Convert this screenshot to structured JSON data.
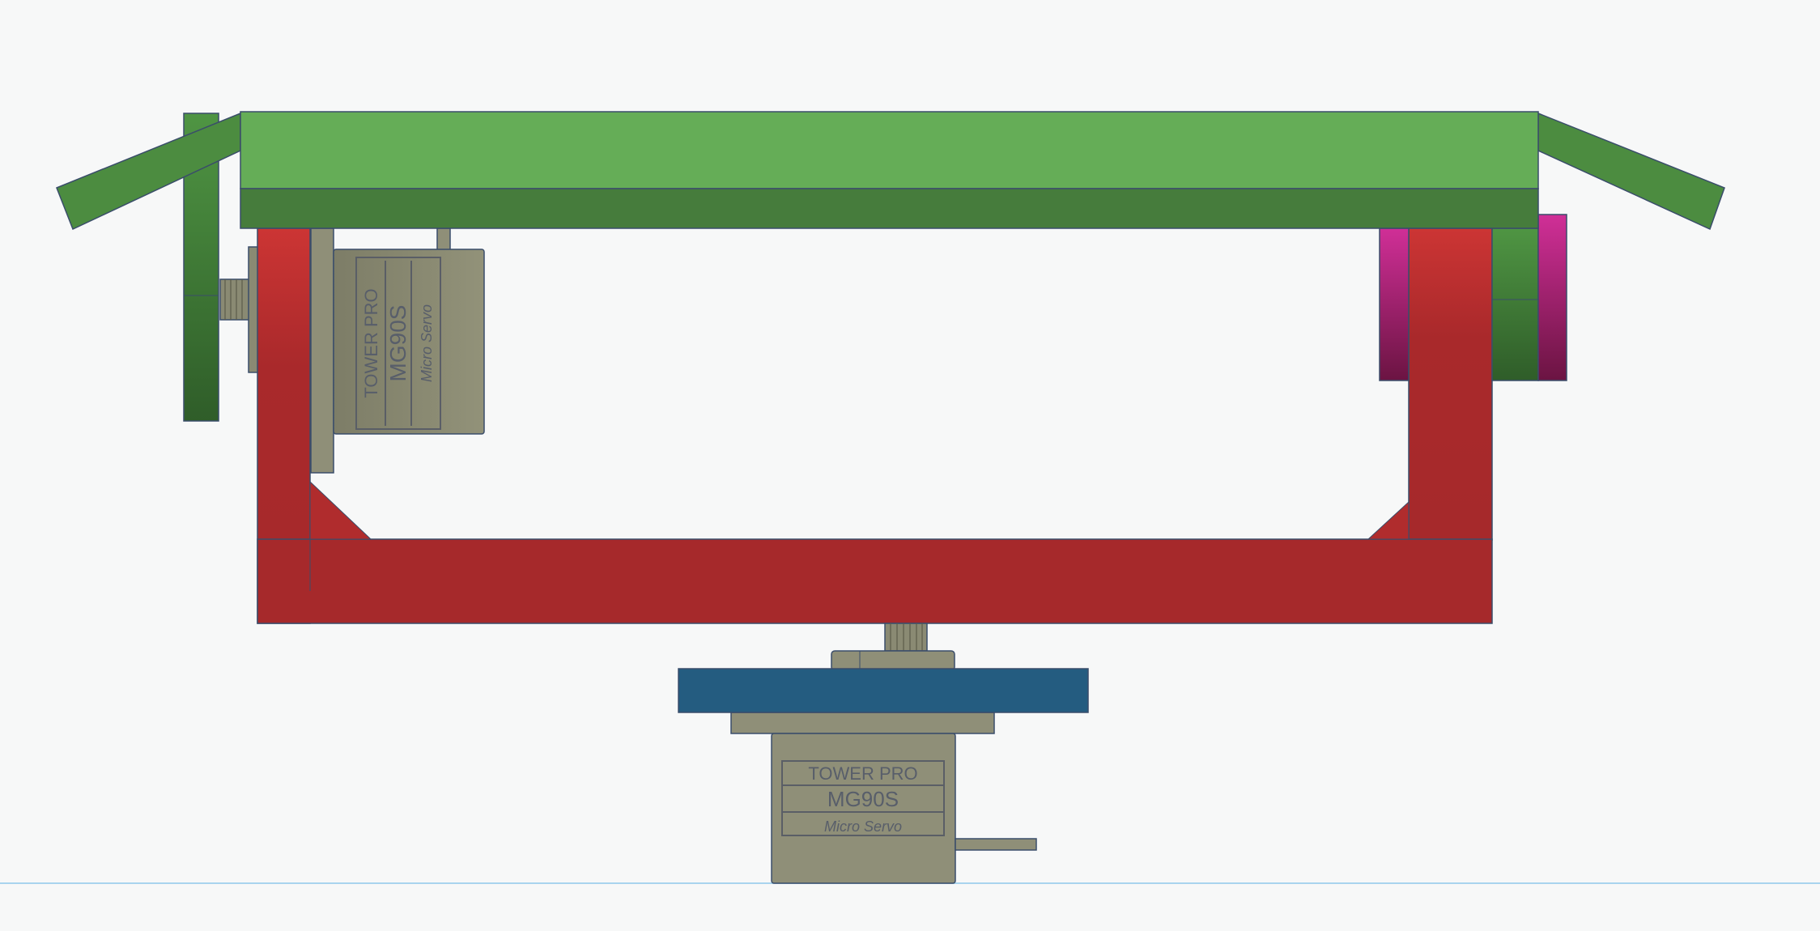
{
  "servo_top": {
    "brand": "TOWER PRO",
    "model": "MG90S",
    "type": "Micro Servo"
  },
  "servo_bottom": {
    "brand": "TOWER PRO",
    "model": "MG90S",
    "type": "Micro Servo"
  },
  "colors": {
    "background": "#f7f8f8",
    "platform_top": "#65ad57",
    "platform_front": "#467c3c",
    "platform_wing": "#4c8c40",
    "frame_red": "#a7292b",
    "frame_red_light": "#c93432",
    "servo_body": "#8f8f78",
    "servo_dark": "#76765f",
    "base_disc": "#245c80",
    "magenta_disc": "#c52b8e",
    "outline": "#3a4d6a",
    "ground_line": "#a9d4ee"
  }
}
